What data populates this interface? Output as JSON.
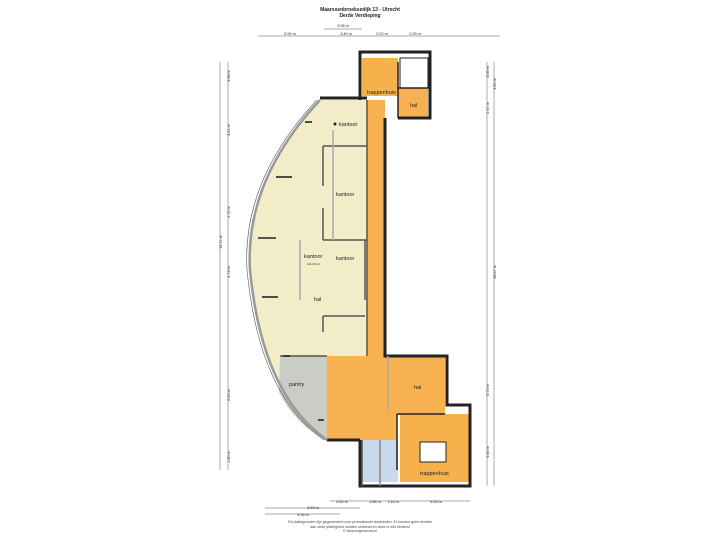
{
  "header": {
    "address": "Maarssenbroeksedijk 13 - Utrecht",
    "floor": "Derde Verdieping"
  },
  "rooms": {
    "kantoor_1": "kantoor",
    "kantoor_2": "kantoor",
    "kantoor_3": "kantoor",
    "kantoor_4": "kantoor",
    "kantoor_area": "111.20 m²",
    "hal_left": "hal",
    "hal_top": "hal",
    "hal_center": "hal",
    "trappenhuis_top": "trappenhuis",
    "trappenhuis_bottom": "trappenhuis",
    "pantry": "pantry"
  },
  "dimensions": {
    "top_overall": "3.08 m",
    "top_1": "5.94 m",
    "top_2": "3.40 m",
    "top_3": "2.02 m",
    "top_4": "2.25 m",
    "left_1": "3.36 m",
    "left_2": "3.21 m",
    "left_3": "4.72 m",
    "left_overall": "19.74 m",
    "left_4": "4.73 m",
    "left_5": "6.50 m",
    "left_6": "1.60 m",
    "right_1": "3.05 m",
    "right_2": "3.94 m",
    "right_3": "2.47 m",
    "right_overall": "28.67 m",
    "right_4": "5.74 m",
    "right_5": "4.92 m",
    "bottom_1": "2.60 m",
    "bottom_2": "1.86 m",
    "bottom_3": "1.14 m",
    "bottom_4": "5.26 m",
    "bottom_5": "6.53 m",
    "bottom_overall": "4.96 m"
  },
  "footer": {
    "line1": "De plattegronden zijn gegenereerd voor promotionele doeleinden. Er kunnen geen rechten",
    "line2": "aan deze plattegrond worden ontleend en deze is niet bindend",
    "line3": "© www.ielgenbouw.nl"
  },
  "colors": {
    "office": "#f3ecc8",
    "circulation": "#f7b150",
    "stairwell": "#f6b14d",
    "pantry": "#c9cdc5",
    "wall": "#222222",
    "sanitary": "#c7d9ea"
  }
}
